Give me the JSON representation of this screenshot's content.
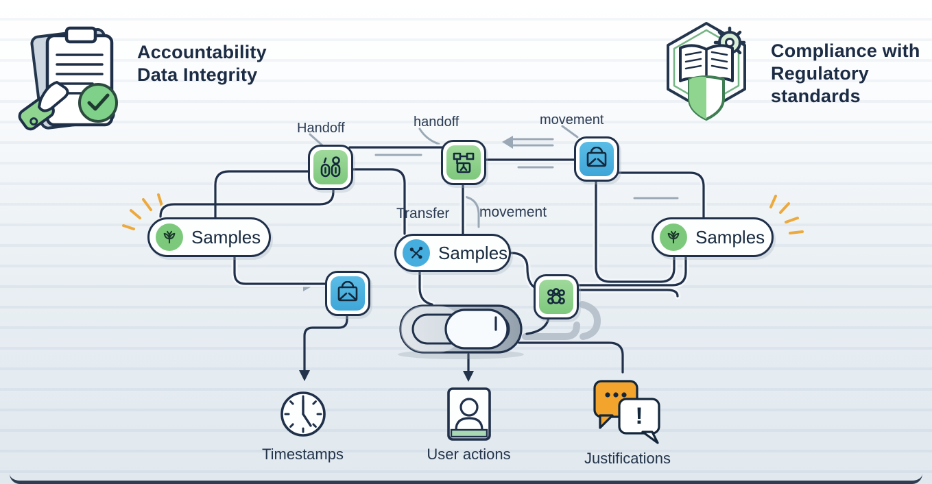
{
  "colors": {
    "navy_line": "#20304a",
    "text_navy": "#1c2c44",
    "green_tile": "#8bcf88",
    "blue_tile": "#45aede",
    "pill_icon_green": "#7dc97c",
    "pill_icon_blue": "#45aede",
    "gray_line": "#9aa8b6",
    "gray_thick": "#b9c3cd",
    "orange_ray": "#eda93c",
    "orange_bubble": "#f3a42c",
    "bg_bottom": "#e1e9ef"
  },
  "badges": {
    "left": {
      "icon": "clipboard-check-icon",
      "lines": [
        "Accountability",
        "Data Integrity"
      ]
    },
    "right": {
      "icon": "compliance-shield-book-gear-icon",
      "lines": [
        "Compliance with",
        "Regulatory",
        "standards"
      ]
    }
  },
  "flow": {
    "pills": [
      {
        "id": "samples-left",
        "label": "Samples",
        "icon": "leaf-icon"
      },
      {
        "id": "samples-center",
        "label": "Samples",
        "icon": "crossed-tools-icon"
      },
      {
        "id": "samples-right",
        "label": "Samples",
        "icon": "leaf-icon"
      }
    ],
    "edge_labels": [
      {
        "id": "handoff-left",
        "text": "Handoff"
      },
      {
        "id": "handoff-center",
        "text": "handoff"
      },
      {
        "id": "movement-top",
        "text": "movement"
      },
      {
        "id": "transfer",
        "text": "Transfer"
      },
      {
        "id": "movement-mid",
        "text": "movement"
      }
    ],
    "nodes": [
      {
        "id": "people-handoff",
        "icon": "people-handoff-icon",
        "color": "green"
      },
      {
        "id": "orgchart",
        "icon": "orgchart-icon",
        "color": "green"
      },
      {
        "id": "photo-top",
        "icon": "photo-icon",
        "color": "blue"
      },
      {
        "id": "photo-bottom",
        "icon": "photo-icon",
        "color": "blue"
      },
      {
        "id": "cluster",
        "icon": "cluster-dots-icon",
        "color": "green"
      }
    ],
    "toggle": {
      "id": "toggle-capsule"
    }
  },
  "outputs": [
    {
      "id": "timestamps",
      "label": "Timestamps",
      "icon": "clock-icon"
    },
    {
      "id": "user-actions",
      "label": "User actions",
      "icon": "user-card-icon"
    },
    {
      "id": "justifications",
      "label": "Justifications",
      "icon": "chat-bubbles-icon",
      "bubble_mark": "!"
    }
  ]
}
